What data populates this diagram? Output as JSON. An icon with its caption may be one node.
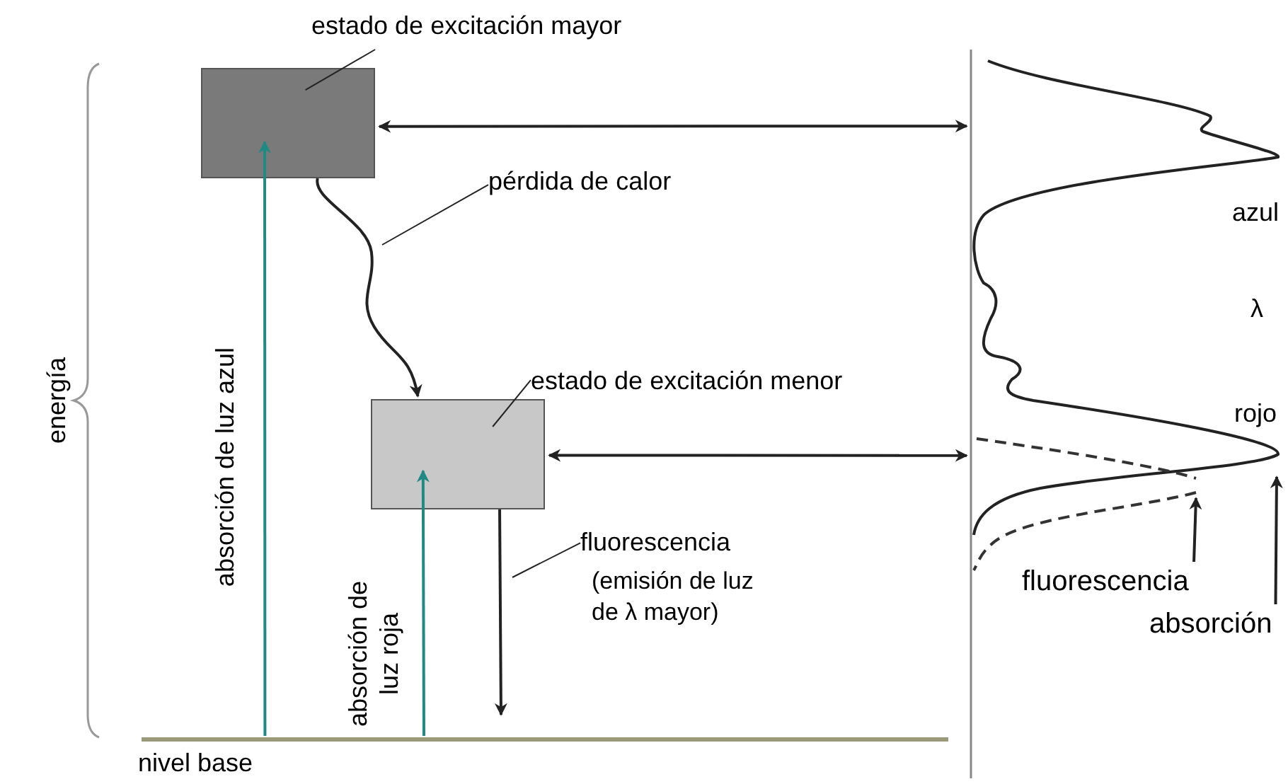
{
  "diagram": {
    "nodes": [
      {
        "text": [
          "estado de excitación mayor"
        ]
      },
      {
        "text": [],
        "shape": "box"
      },
      {
        "text": [
          "pérdida de calor"
        ]
      },
      {
        "text": [
          "estado de excitación menor"
        ]
      },
      {
        "text": [],
        "shape": "box"
      },
      {
        "text": [
          "fluorescencia",
          "(emisión de luz de λ mayor)"
        ]
      },
      {
        "text": [],
        "shape": "bar"
      },
      {
        "text": [],
        "shape": "picture"
      },
      {
        "text": [
          "fluorescencia"
        ],
        "in": 7
      },
      {
        "text": [
          "absorción"
        ],
        "in": 7
      }
    ],
    "edges": [
      {
        "from": 0,
        "to": 1,
        "arrow": "none"
      },
      {
        "from": 1,
        "to": 4,
        "arrow": "to"
      },
      {
        "from": 2,
        "to": null,
        "arrow": "none"
      },
      {
        "from": 3,
        "to": 4,
        "arrow": "none"
      },
      {
        "from": 1,
        "to": 7,
        "arrow": "both"
      },
      {
        "from": 4,
        "to": 7,
        "arrow": "both"
      },
      {
        "from": 6,
        "to": 1,
        "arrow": "to",
        "label": "absorción de luz azul",
        "color": "#1f8a84"
      },
      {
        "from": 6,
        "to": 4,
        "arrow": "to",
        "label": "absorción de luz roja",
        "color": "#1f8a84"
      },
      {
        "from": 4,
        "to": 6,
        "arrow": "to"
      },
      {
        "from": 5,
        "to": null,
        "arrow": "none"
      },
      {
        "from": 8,
        "to": null,
        "arrow": "to"
      },
      {
        "from": 9,
        "to": 7,
        "arrow": "to"
      }
    ],
    "labels": [
      "energía",
      "nivel base",
      "azul",
      "λ",
      "rojo"
    ]
  }
}
